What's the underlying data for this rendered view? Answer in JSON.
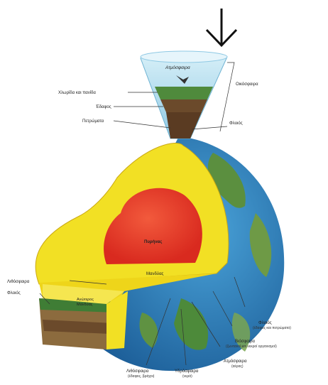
{
  "labels": {
    "atmosphere_top": "Ατμόσφαιρα",
    "ecosphere": "Οικόσφαιρα",
    "chlorophyll_soil": "Χλωρίδα και πανίδα",
    "ground": "Έδαφος",
    "rocks": "Πετρώματα",
    "crust_top": "Φλοιός",
    "core": "Πυρήνας",
    "mantle": "Μανδύας",
    "lithosphere_left": "Λιθόσφαιρα",
    "crust_left": "Φλοιός",
    "upper_mantle_1": "Ανώτερος",
    "upper_mantle_2": "Μανδύας",
    "crust_right": "Φλοιός",
    "crust_right_sub": "(έδαφος και πετρώματα)",
    "biosphere": "Βιόσφαιρα",
    "biosphere_sub": "(ζωντανοί και νεκροί οργανισμοί)",
    "atmosphere_bottom": "Ατμόσφαιρα",
    "atmosphere_bottom_sub": "(αέρας)",
    "hydrosphere": "Υδρόσφαιρα",
    "hydrosphere_sub": "(νερά)",
    "lithosphere_bottom": "Λιθόσφαιρα",
    "lithosphere_bottom_sub": "(έδαφος, βράχοι)"
  },
  "colors": {
    "core": "#e83a2b",
    "mantle": "#f2e024",
    "ocean": "#2f86c4",
    "land": "#4f8a3c",
    "soil": "#6b4a2b",
    "sky": "#bfe3f2"
  },
  "icons": {
    "pointer": "arrow-down-icon"
  }
}
